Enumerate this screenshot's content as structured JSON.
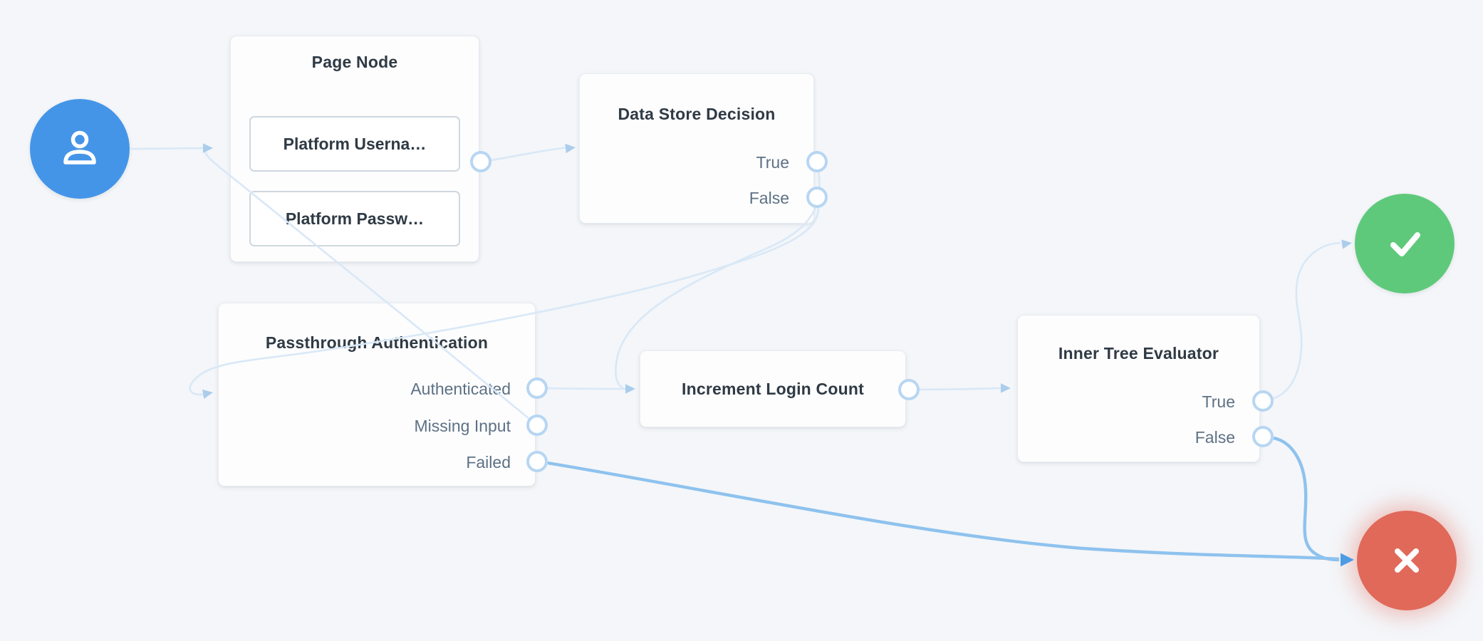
{
  "canvas": {
    "background": "#f4f6f9"
  },
  "palette": {
    "canvas_bg": "#f4f6f9",
    "node_bg": "#fdfdfe",
    "node_border": "#e8ecf1",
    "title_color": "#2f3a44",
    "outcome_color": "#5d7184",
    "edge_light": "#d9e8f7",
    "edge_strong": "#8ec2ee",
    "arrow_light": "#abcdec",
    "arrow_strong": "#4d9be3",
    "port_stroke": "#b7d6f2",
    "start_blue": "#4495e8",
    "success_green": "#5fc97b",
    "failure_red": "#e0695a"
  },
  "nodes": {
    "start": {
      "icon": "user-icon"
    },
    "page_node": {
      "title": "Page Node",
      "collectors": [
        {
          "label": "Platform Userna…"
        },
        {
          "label": "Platform Passw…"
        }
      ]
    },
    "data_store_decision": {
      "title": "Data Store Decision",
      "outcomes": [
        {
          "label": "True"
        },
        {
          "label": "False"
        }
      ]
    },
    "passthrough_authentication": {
      "title": "Passthrough Authentication",
      "outcomes": [
        {
          "label": "Authenticated"
        },
        {
          "label": "Missing Input"
        },
        {
          "label": "Failed"
        }
      ]
    },
    "increment_login_count": {
      "title": "Increment Login Count"
    },
    "inner_tree_evaluator": {
      "title": "Inner Tree Evaluator",
      "outcomes": [
        {
          "label": "True"
        },
        {
          "label": "False"
        }
      ]
    },
    "success": {
      "icon": "check-icon"
    },
    "failure": {
      "icon": "x-icon"
    }
  },
  "edges": [
    {
      "from": "start",
      "to": "page-node"
    },
    {
      "from": "page-node",
      "to": "data-store-decision"
    },
    {
      "from": "data-store-decision:True",
      "to": "increment-login-count"
    },
    {
      "from": "data-store-decision:False",
      "to": "passthrough-authentication"
    },
    {
      "from": "passthrough-authentication:Authenticated",
      "to": "increment-login-count"
    },
    {
      "from": "passthrough-authentication:Missing Input",
      "to": "page-node"
    },
    {
      "from": "passthrough-authentication:Failed",
      "to": "failure"
    },
    {
      "from": "increment-login-count",
      "to": "inner-tree-evaluator"
    },
    {
      "from": "inner-tree-evaluator:True",
      "to": "success"
    },
    {
      "from": "inner-tree-evaluator:False",
      "to": "failure"
    }
  ]
}
